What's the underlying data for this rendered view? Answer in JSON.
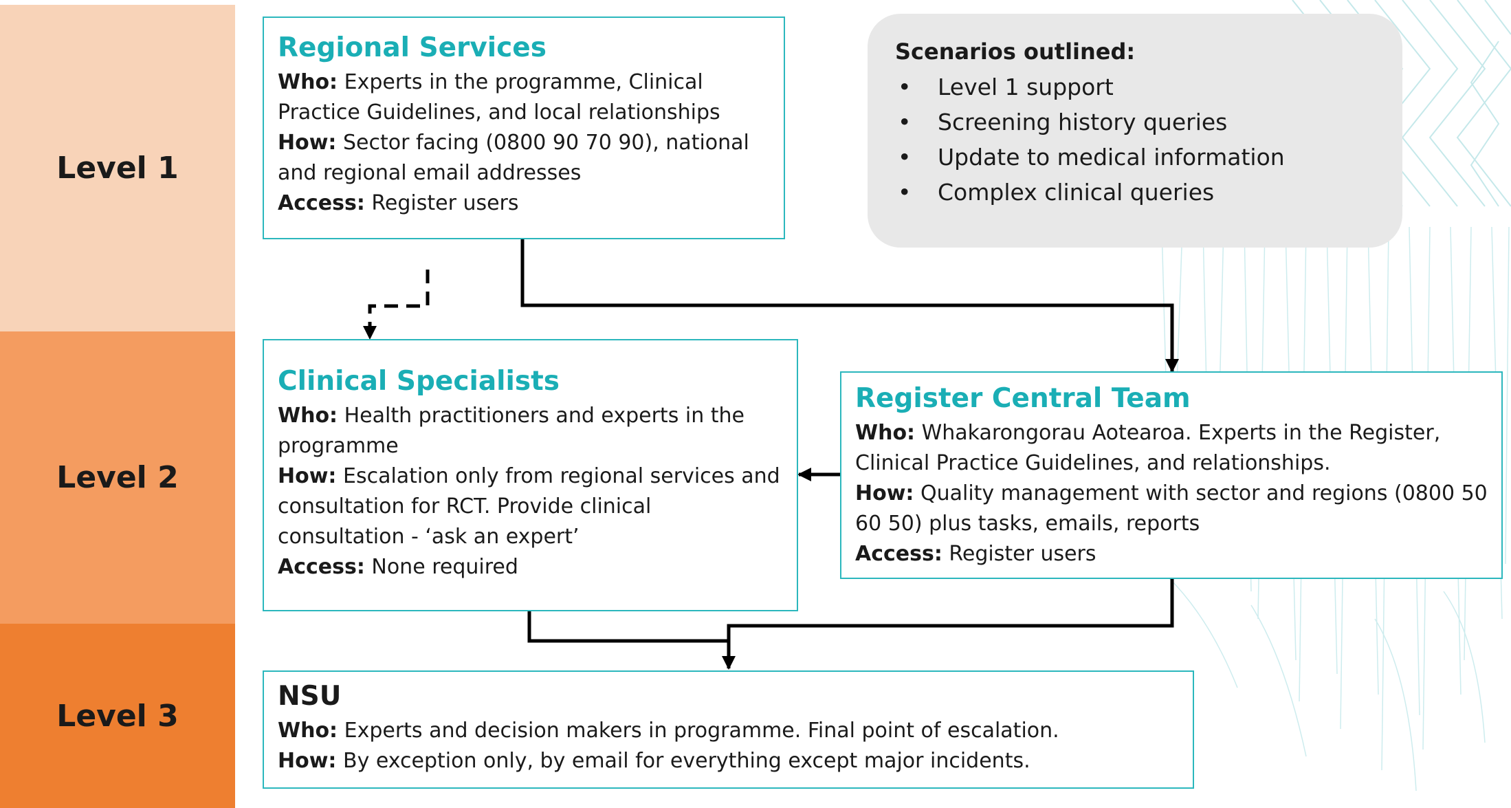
{
  "levels": [
    "Level 1",
    "Level 2",
    "Level 3"
  ],
  "regional": {
    "title": "Regional Services",
    "who_label": "Who:",
    "who": "Experts in the programme, Clinical Practice Guidelines, and local relationships",
    "how_label": "How:",
    "how": "Sector facing (0800 90 70 90), national and regional email addresses",
    "access_label": "Access:",
    "access": "Register users"
  },
  "scenarios": {
    "heading": "Scenarios outlined:",
    "items": [
      "Level 1 support",
      "Screening history queries",
      "Update to medical information",
      "Complex clinical queries"
    ]
  },
  "clinical": {
    "title": "Clinical Specialists",
    "who_label": "Who:",
    "who": "Health practitioners and experts in the programme",
    "how_label": "How:",
    "how": "Escalation only from regional services and consultation for RCT. Provide clinical consultation - ‘ask an expert’",
    "access_label": "Access:",
    "access": "None required"
  },
  "central": {
    "title": "Register Central Team",
    "who_label": "Who:",
    "who": "Whakarongorau Aotearoa. Experts in the Register, Clinical Practice Guidelines, and relationships.",
    "how_label": "How:",
    "how": "Quality management with sector and regions (0800 50 60 50) plus tasks, emails, reports",
    "access_label": "Access:",
    "access": "Register users"
  },
  "nsu": {
    "title": "NSU",
    "who_label": "Who:",
    "who": "Experts and decision makers in programme. Final point of escalation.",
    "how_label": "How:",
    "how": "By exception only, by email for everything except major incidents."
  },
  "colors": {
    "level1": "#f8d3b8",
    "level2": "#f49c60",
    "level3": "#ee7f30",
    "accent": "#1aaeb5",
    "border": "#2bb7bd",
    "scenario_bg": "#e8e8e8"
  }
}
